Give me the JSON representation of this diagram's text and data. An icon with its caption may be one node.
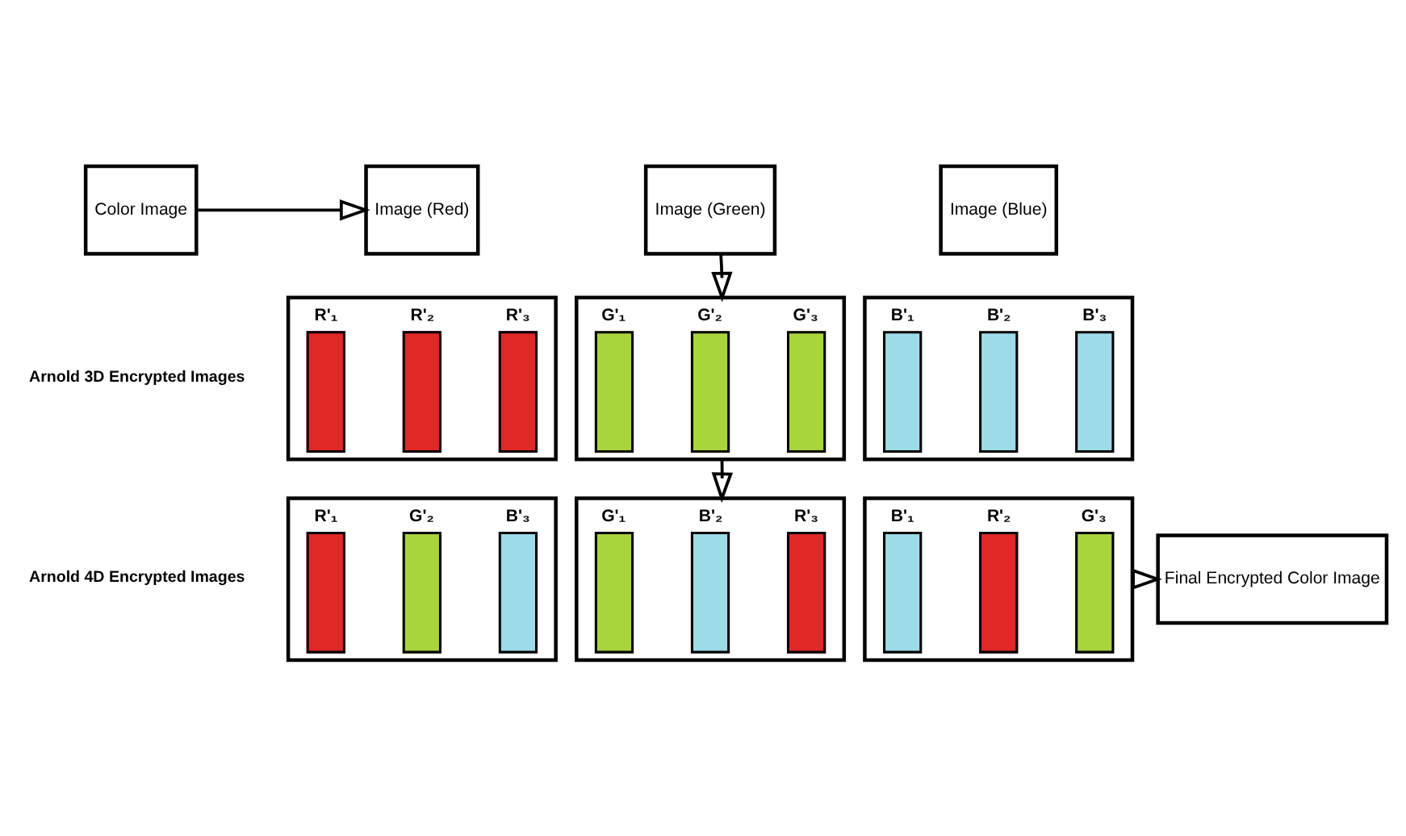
{
  "diagram": {
    "nodes": [
      {
        "text": [
          "Color Image"
        ]
      },
      {
        "text": [
          "Image (Red)"
        ]
      },
      {
        "text": [
          "Image (Green)"
        ]
      },
      {
        "text": [
          "Image (Blue)"
        ]
      },
      {
        "text": [],
        "shape": "box"
      },
      {
        "text": [
          "R'₁"
        ],
        "in": 4
      },
      {
        "text": [
          "R'₂"
        ],
        "in": 4
      },
      {
        "text": [
          "R'₃"
        ],
        "in": 4
      },
      {
        "text": [],
        "shape": "box"
      },
      {
        "text": [
          "G'₁"
        ],
        "in": 8
      },
      {
        "text": [
          "G'₂"
        ],
        "in": 8
      },
      {
        "text": [
          "G'₃"
        ],
        "in": 8
      },
      {
        "text": [],
        "shape": "box"
      },
      {
        "text": [
          "B'₁"
        ],
        "in": 12
      },
      {
        "text": [
          "B'₂"
        ],
        "in": 12
      },
      {
        "text": [
          "B'₃"
        ],
        "in": 12
      },
      {
        "text": [],
        "shape": "box"
      },
      {
        "text": [
          "R'₁"
        ],
        "in": 16
      },
      {
        "text": [
          "G'₂"
        ],
        "in": 16
      },
      {
        "text": [
          "B'₃"
        ],
        "in": 16
      },
      {
        "text": [],
        "shape": "box"
      },
      {
        "text": [
          "G'₁"
        ],
        "in": 20
      },
      {
        "text": [
          "B'₂"
        ],
        "in": 20
      },
      {
        "text": [
          "R'₃"
        ],
        "in": 20
      },
      {
        "text": [],
        "shape": "box"
      },
      {
        "text": [
          "B'₁"
        ],
        "in": 24
      },
      {
        "text": [
          "R'₂"
        ],
        "in": 24
      },
      {
        "text": [
          "G'₃"
        ],
        "in": 24
      },
      {
        "text": [
          "Final Encrypted Color Image"
        ]
      }
    ],
    "edges": [
      {
        "from": 0,
        "to": 1,
        "arrow": "to"
      },
      {
        "from": 2,
        "to": 8,
        "arrow": "to"
      },
      {
        "from": 8,
        "to": 20,
        "arrow": "to"
      },
      {
        "from": 24,
        "to": 28,
        "arrow": "to"
      }
    ],
    "labels": [
      "Arnold 3D Encrypted Images",
      "Arnold 4D Encrypted Images"
    ]
  }
}
